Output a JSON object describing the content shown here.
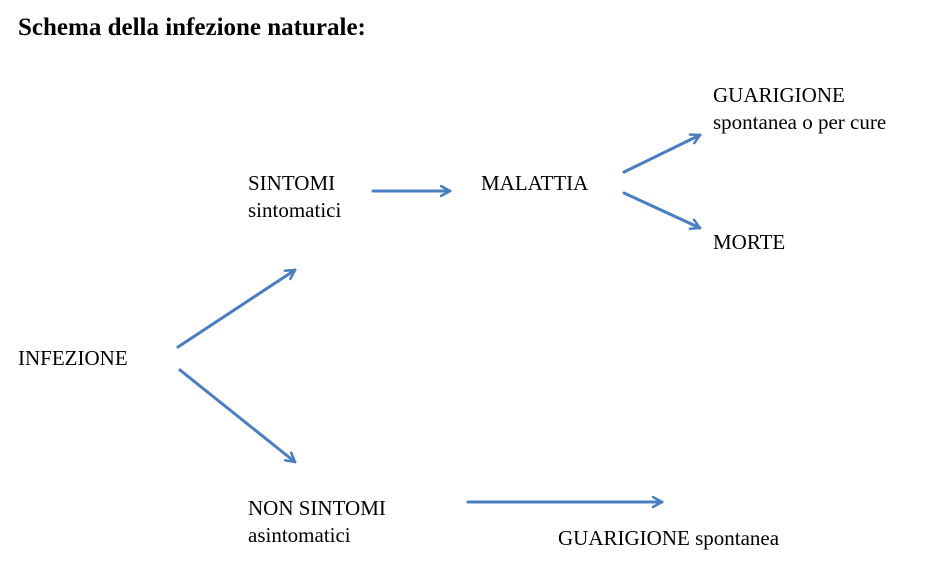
{
  "title": "Schema della infezione naturale:",
  "nodes": {
    "infezione": {
      "label": "INFEZIONE"
    },
    "sintomi": {
      "label": "SINTOMI",
      "sub": "sintomatici"
    },
    "malattia": {
      "label": "MALATTIA"
    },
    "guarigione": {
      "label": "GUARIGIONE",
      "sub": "spontanea o per cure"
    },
    "morte": {
      "label": "MORTE"
    },
    "non_sintomi": {
      "label": "NON SINTOMI",
      "sub": "asintomatici"
    },
    "guarigione_spontanea": {
      "label": "GUARIGIONE spontanea"
    }
  },
  "colors": {
    "arrow": "#4a7ebf",
    "text": "#000000"
  }
}
